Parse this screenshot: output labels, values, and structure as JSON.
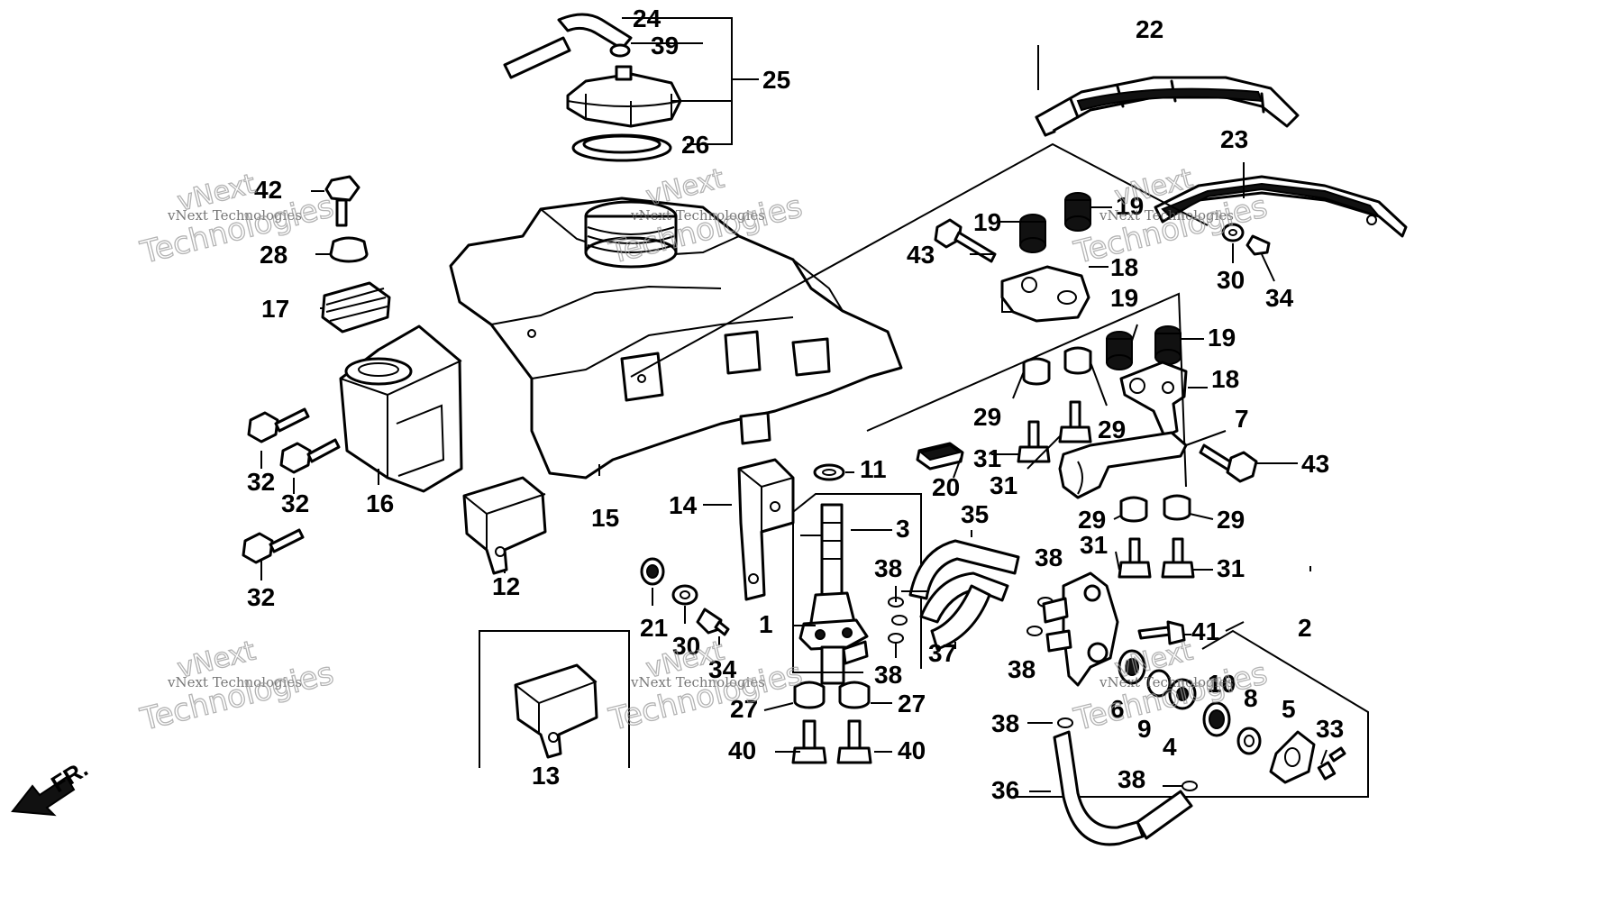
{
  "diagram": {
    "front_marker": "FR.",
    "watermark_brand": "vNext",
    "watermark_word": "Technologies",
    "watermark_line": "vNext Technologies",
    "callouts": [
      "1",
      "2",
      "3",
      "4",
      "5",
      "6",
      "7",
      "8",
      "9",
      "10",
      "11",
      "12",
      "13",
      "14",
      "15",
      "16",
      "17",
      "18",
      "19",
      "20",
      "21",
      "22",
      "23",
      "24",
      "25",
      "26",
      "27",
      "28",
      "29",
      "30",
      "31",
      "32",
      "33",
      "34",
      "35",
      "36",
      "37",
      "38",
      "39",
      "40",
      "41",
      "42",
      "43"
    ]
  }
}
